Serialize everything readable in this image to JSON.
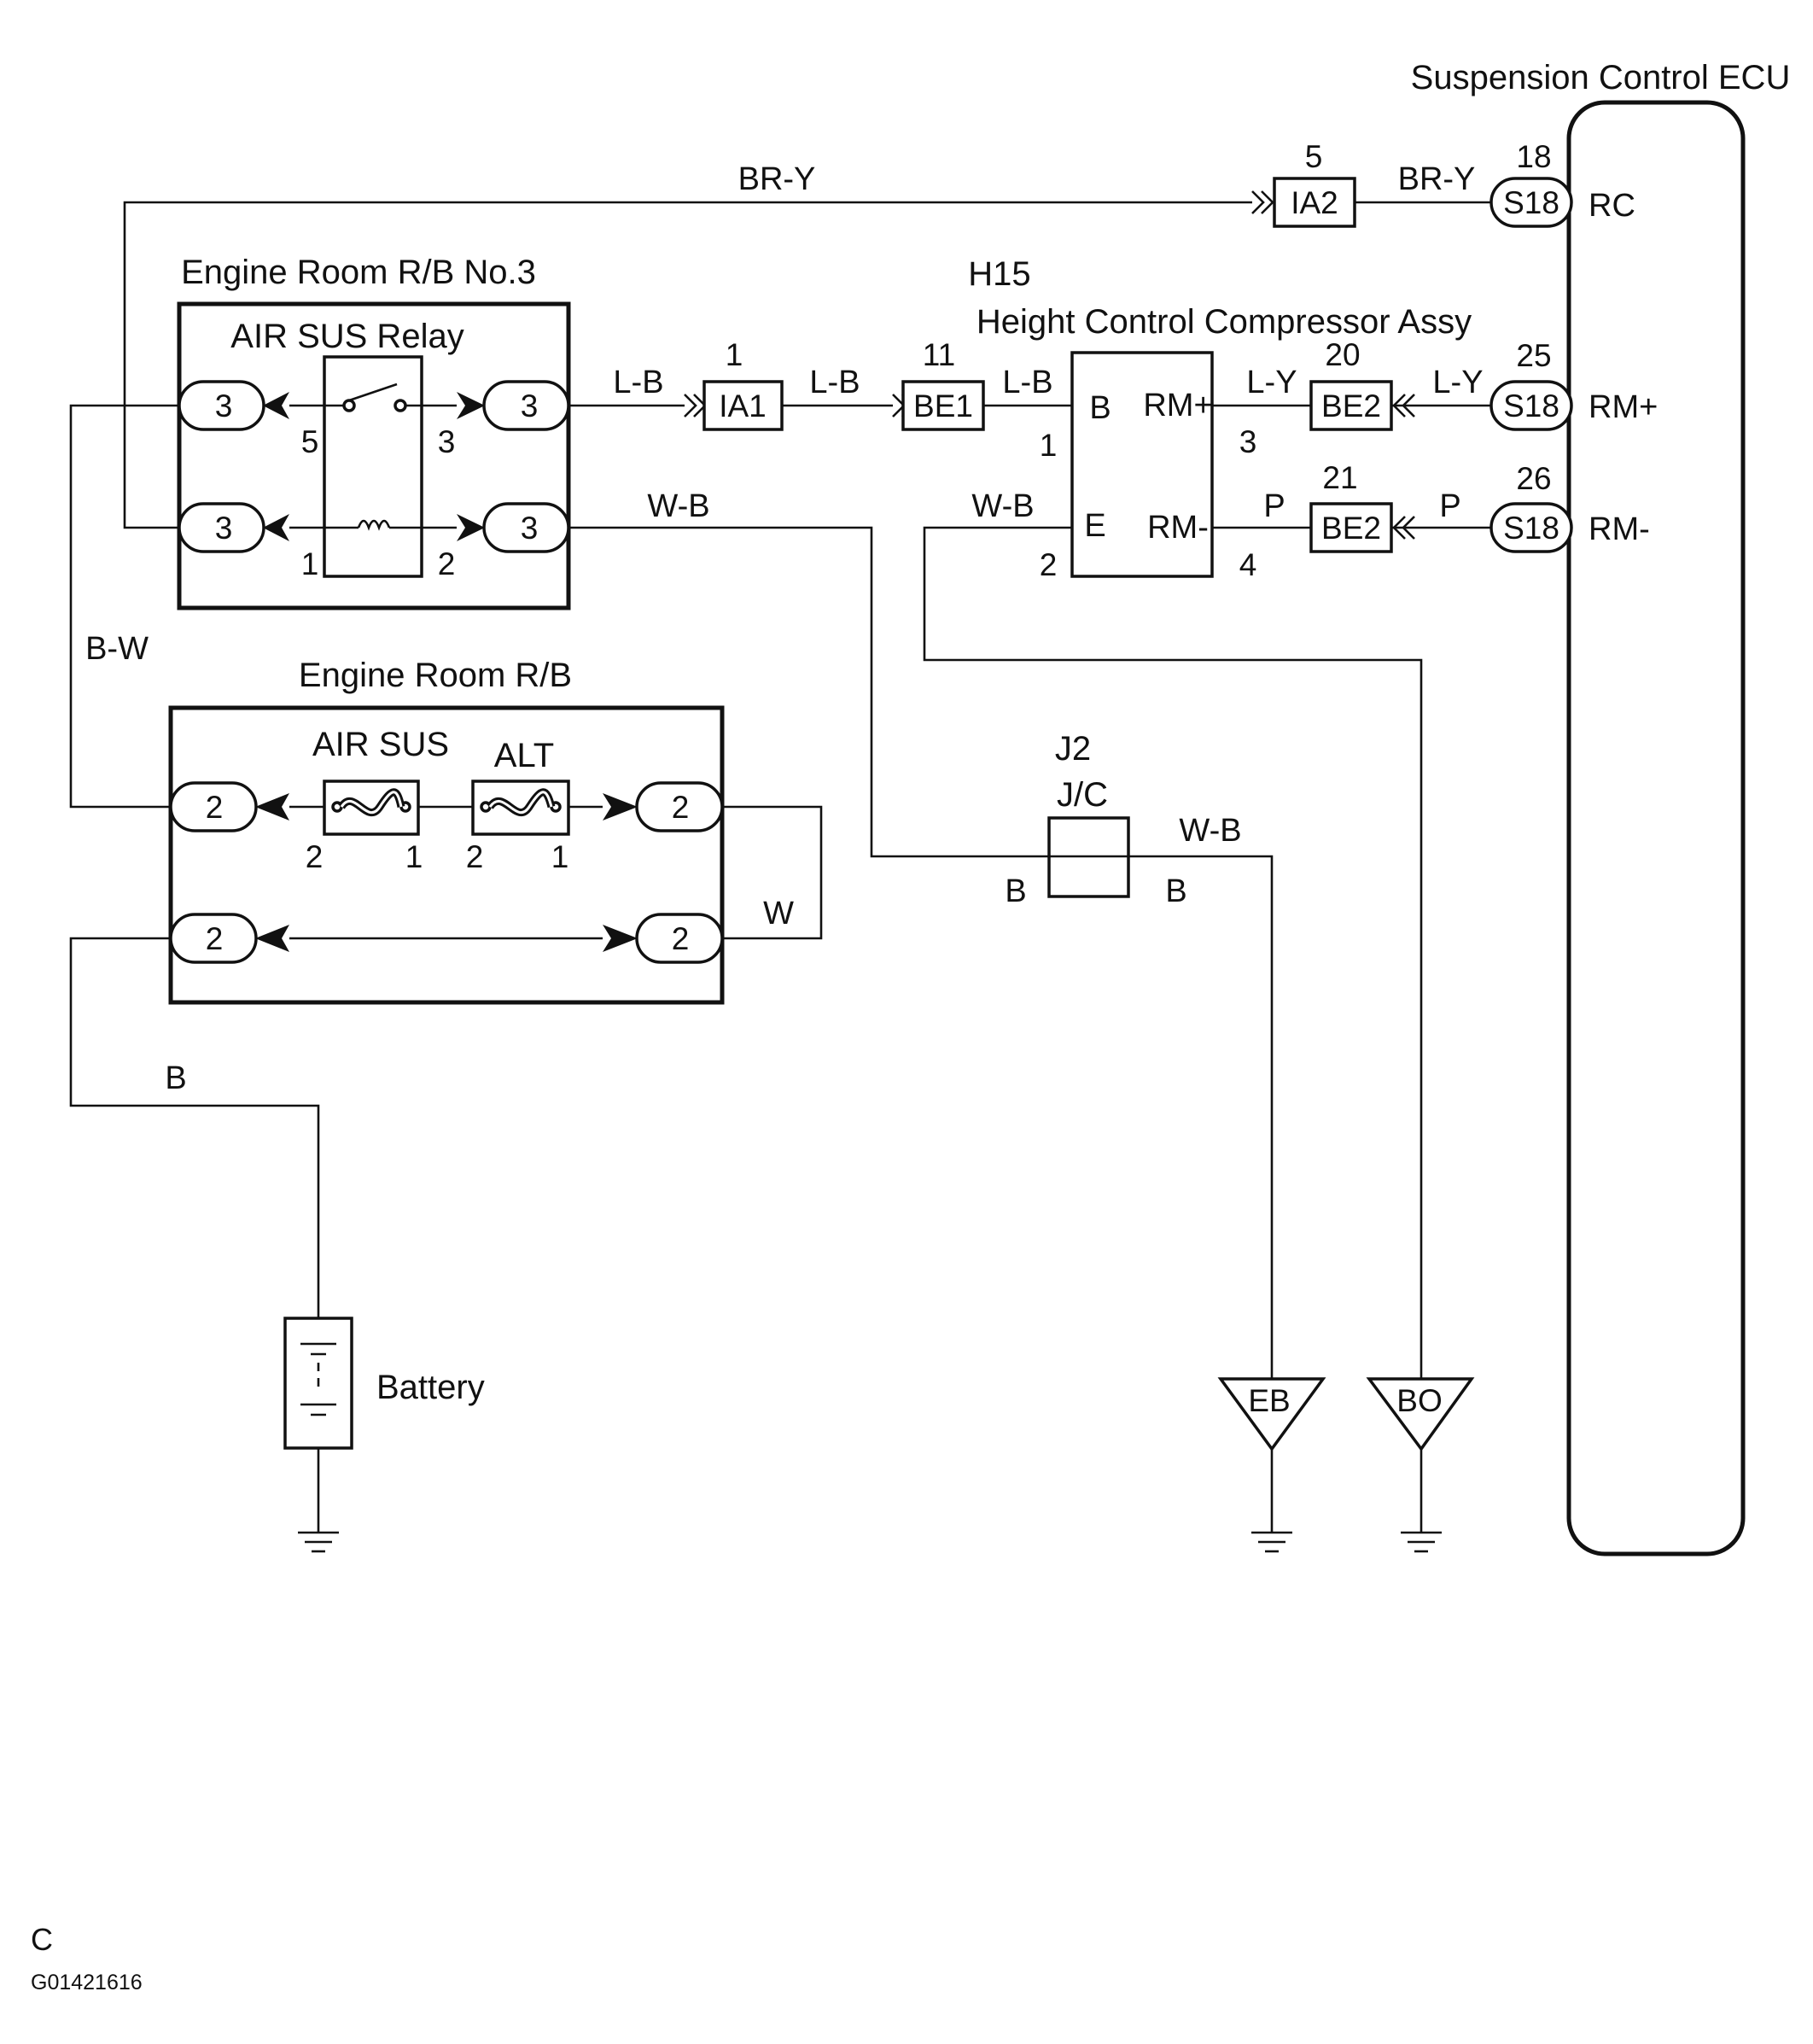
{
  "ecu": {
    "title": "Suspension Control ECU",
    "terminals": [
      {
        "pin": "18",
        "connector": "S18",
        "name": "RC"
      },
      {
        "pin": "25",
        "connector": "S18",
        "name": "RM+"
      },
      {
        "pin": "26",
        "connector": "S18",
        "name": "RM-"
      }
    ]
  },
  "compressor": {
    "code": "H15",
    "title": "Height Control Compressor Assy",
    "terminals": [
      {
        "name": "B",
        "pin": "1"
      },
      {
        "name": "E",
        "pin": "2"
      },
      {
        "name": "RM+",
        "pin": "3"
      },
      {
        "name": "RM-",
        "pin": "4"
      }
    ]
  },
  "relay_block": {
    "title": "Engine Room R/B No.3",
    "relay": "AIR SUS Relay",
    "connector_code": "3",
    "pins": [
      "5",
      "3",
      "1",
      "2"
    ]
  },
  "rb": {
    "title": "Engine Room R/B",
    "connector_code": "2",
    "fuses": [
      {
        "name": "AIR SUS",
        "pins": [
          "2",
          "1"
        ]
      },
      {
        "name": "ALT",
        "pins": [
          "2",
          "1"
        ]
      }
    ]
  },
  "connectors": {
    "ia2": {
      "code": "IA2",
      "pin": "5"
    },
    "ia1": {
      "code": "IA1",
      "pin": "1"
    },
    "be1": {
      "code": "BE1",
      "pin": "11"
    },
    "be2_a": {
      "code": "BE2",
      "pin": "20"
    },
    "be2_b": {
      "code": "BE2",
      "pin": "21"
    }
  },
  "junction": {
    "code": "J2",
    "name": "J/C",
    "left": "B",
    "right": "B"
  },
  "grounds": [
    "EB",
    "BO"
  ],
  "battery": "Battery",
  "wires": {
    "br_y": "BR-Y",
    "l_b": "L-B",
    "l_y": "L-Y",
    "p": "P",
    "w_b": "W-B",
    "b_w": "B-W",
    "w": "W",
    "b": "B"
  },
  "footer": {
    "letter": "C",
    "code": "G01421616"
  }
}
